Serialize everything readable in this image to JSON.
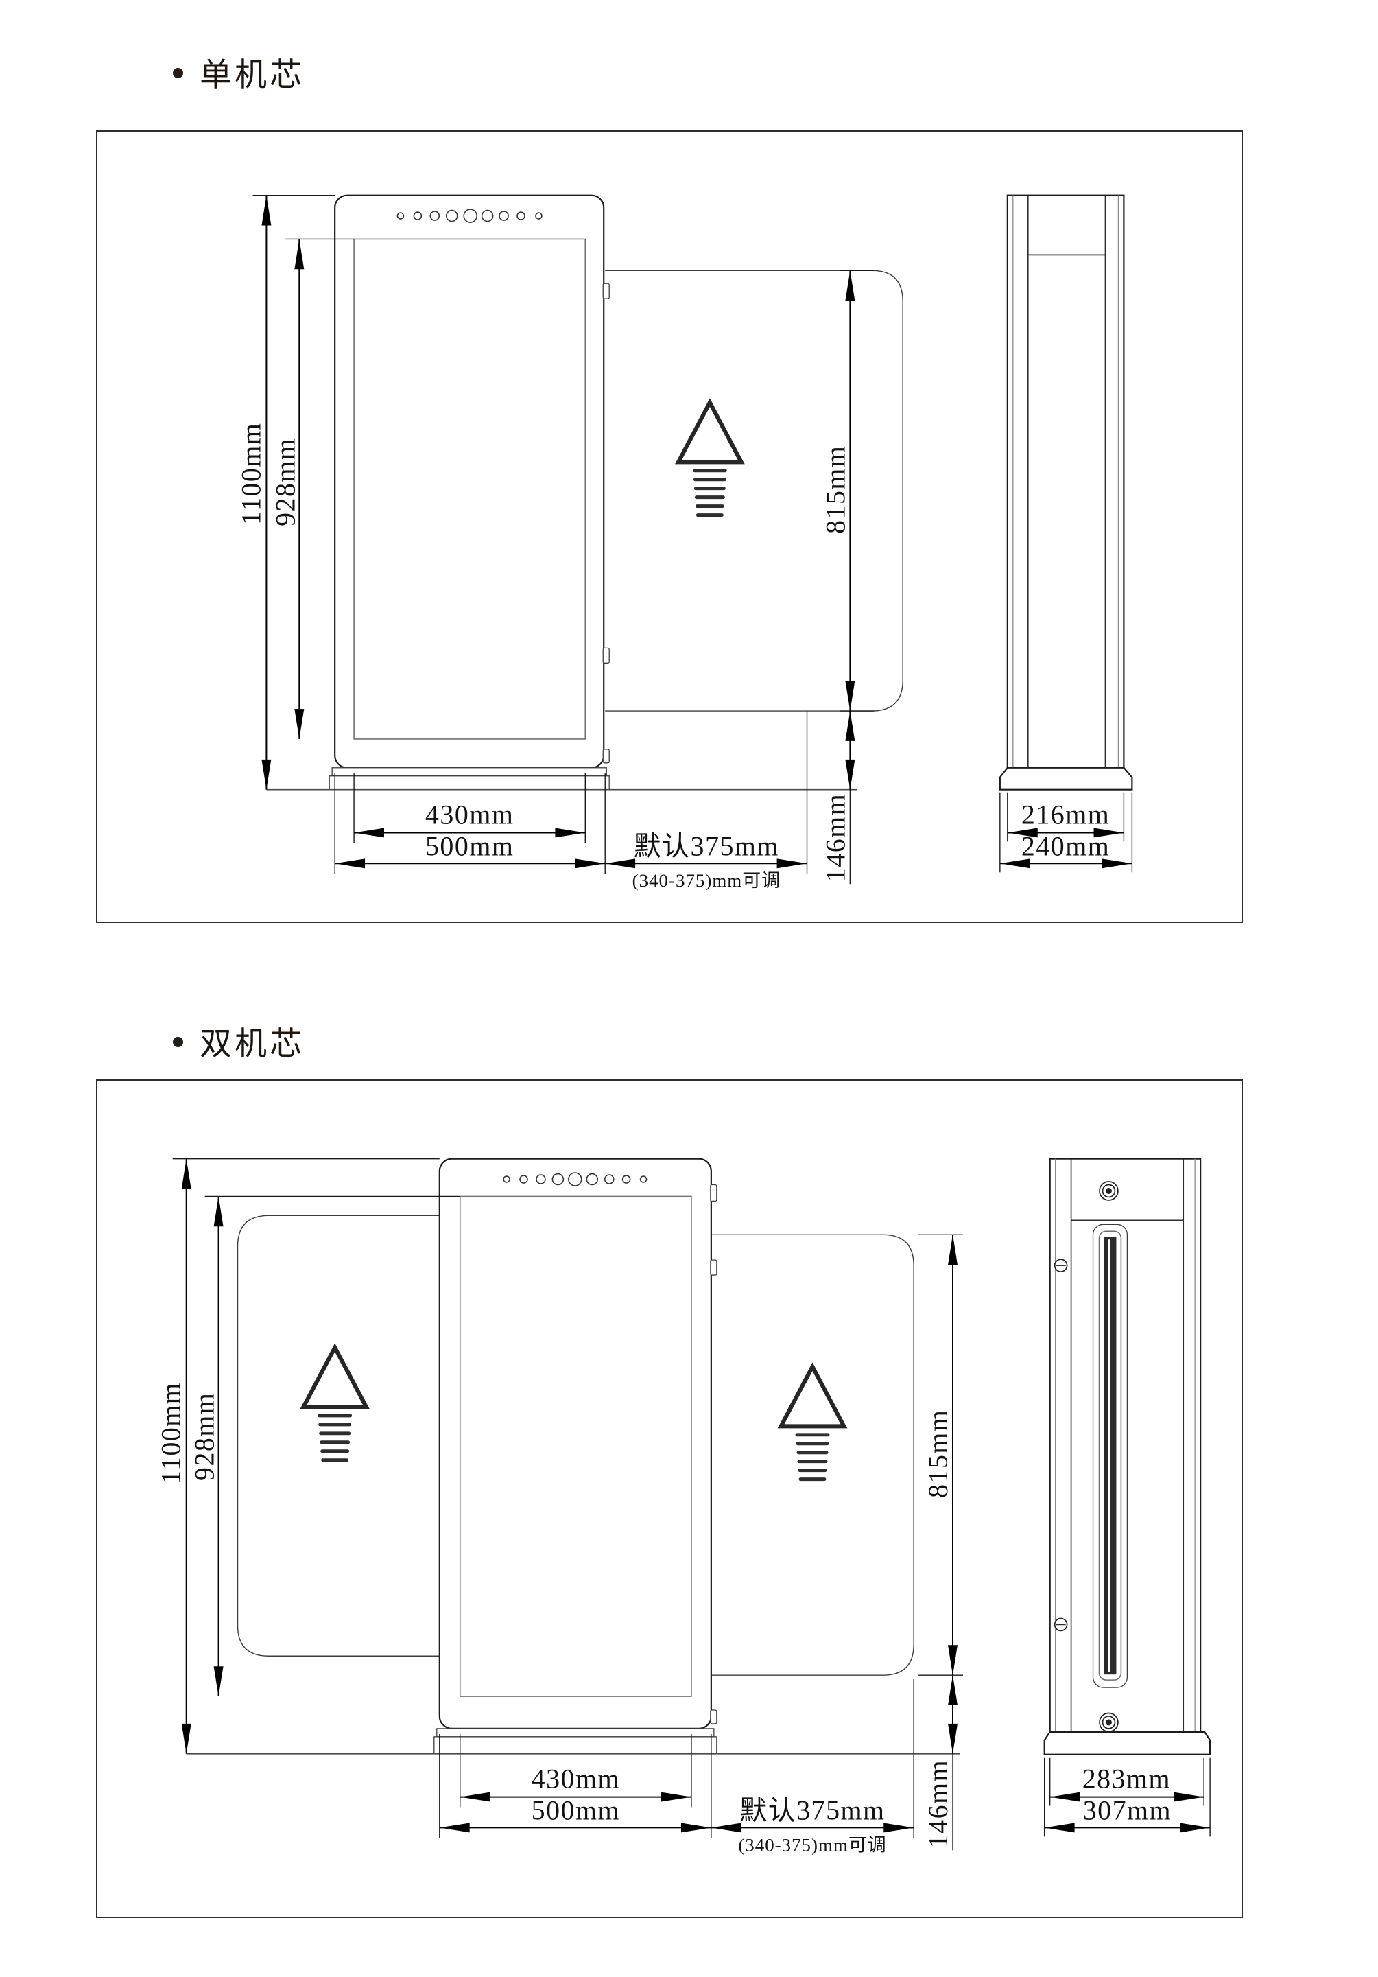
{
  "sections": {
    "s1": {
      "title": "单机芯",
      "front": {
        "height_total": "1100mm",
        "height_panel": "928mm",
        "height_flap": "815mm",
        "height_base": "146mm",
        "width_inner": "430mm",
        "width_cabinet": "500mm",
        "flap_default": "默认375mm",
        "flap_note": "(340-375)mm可调"
      },
      "side": {
        "width_body": "216mm",
        "width_base": "240mm"
      }
    },
    "s2": {
      "title": "双机芯",
      "front": {
        "height_total": "1100mm",
        "height_panel": "928mm",
        "height_flap": "815mm",
        "height_base": "146mm",
        "width_inner": "430mm",
        "width_cabinet": "500mm",
        "flap_default": "默认375mm",
        "flap_note": "(340-375)mm可调"
      },
      "side": {
        "width_body": "283mm",
        "width_base": "307mm"
      }
    }
  }
}
